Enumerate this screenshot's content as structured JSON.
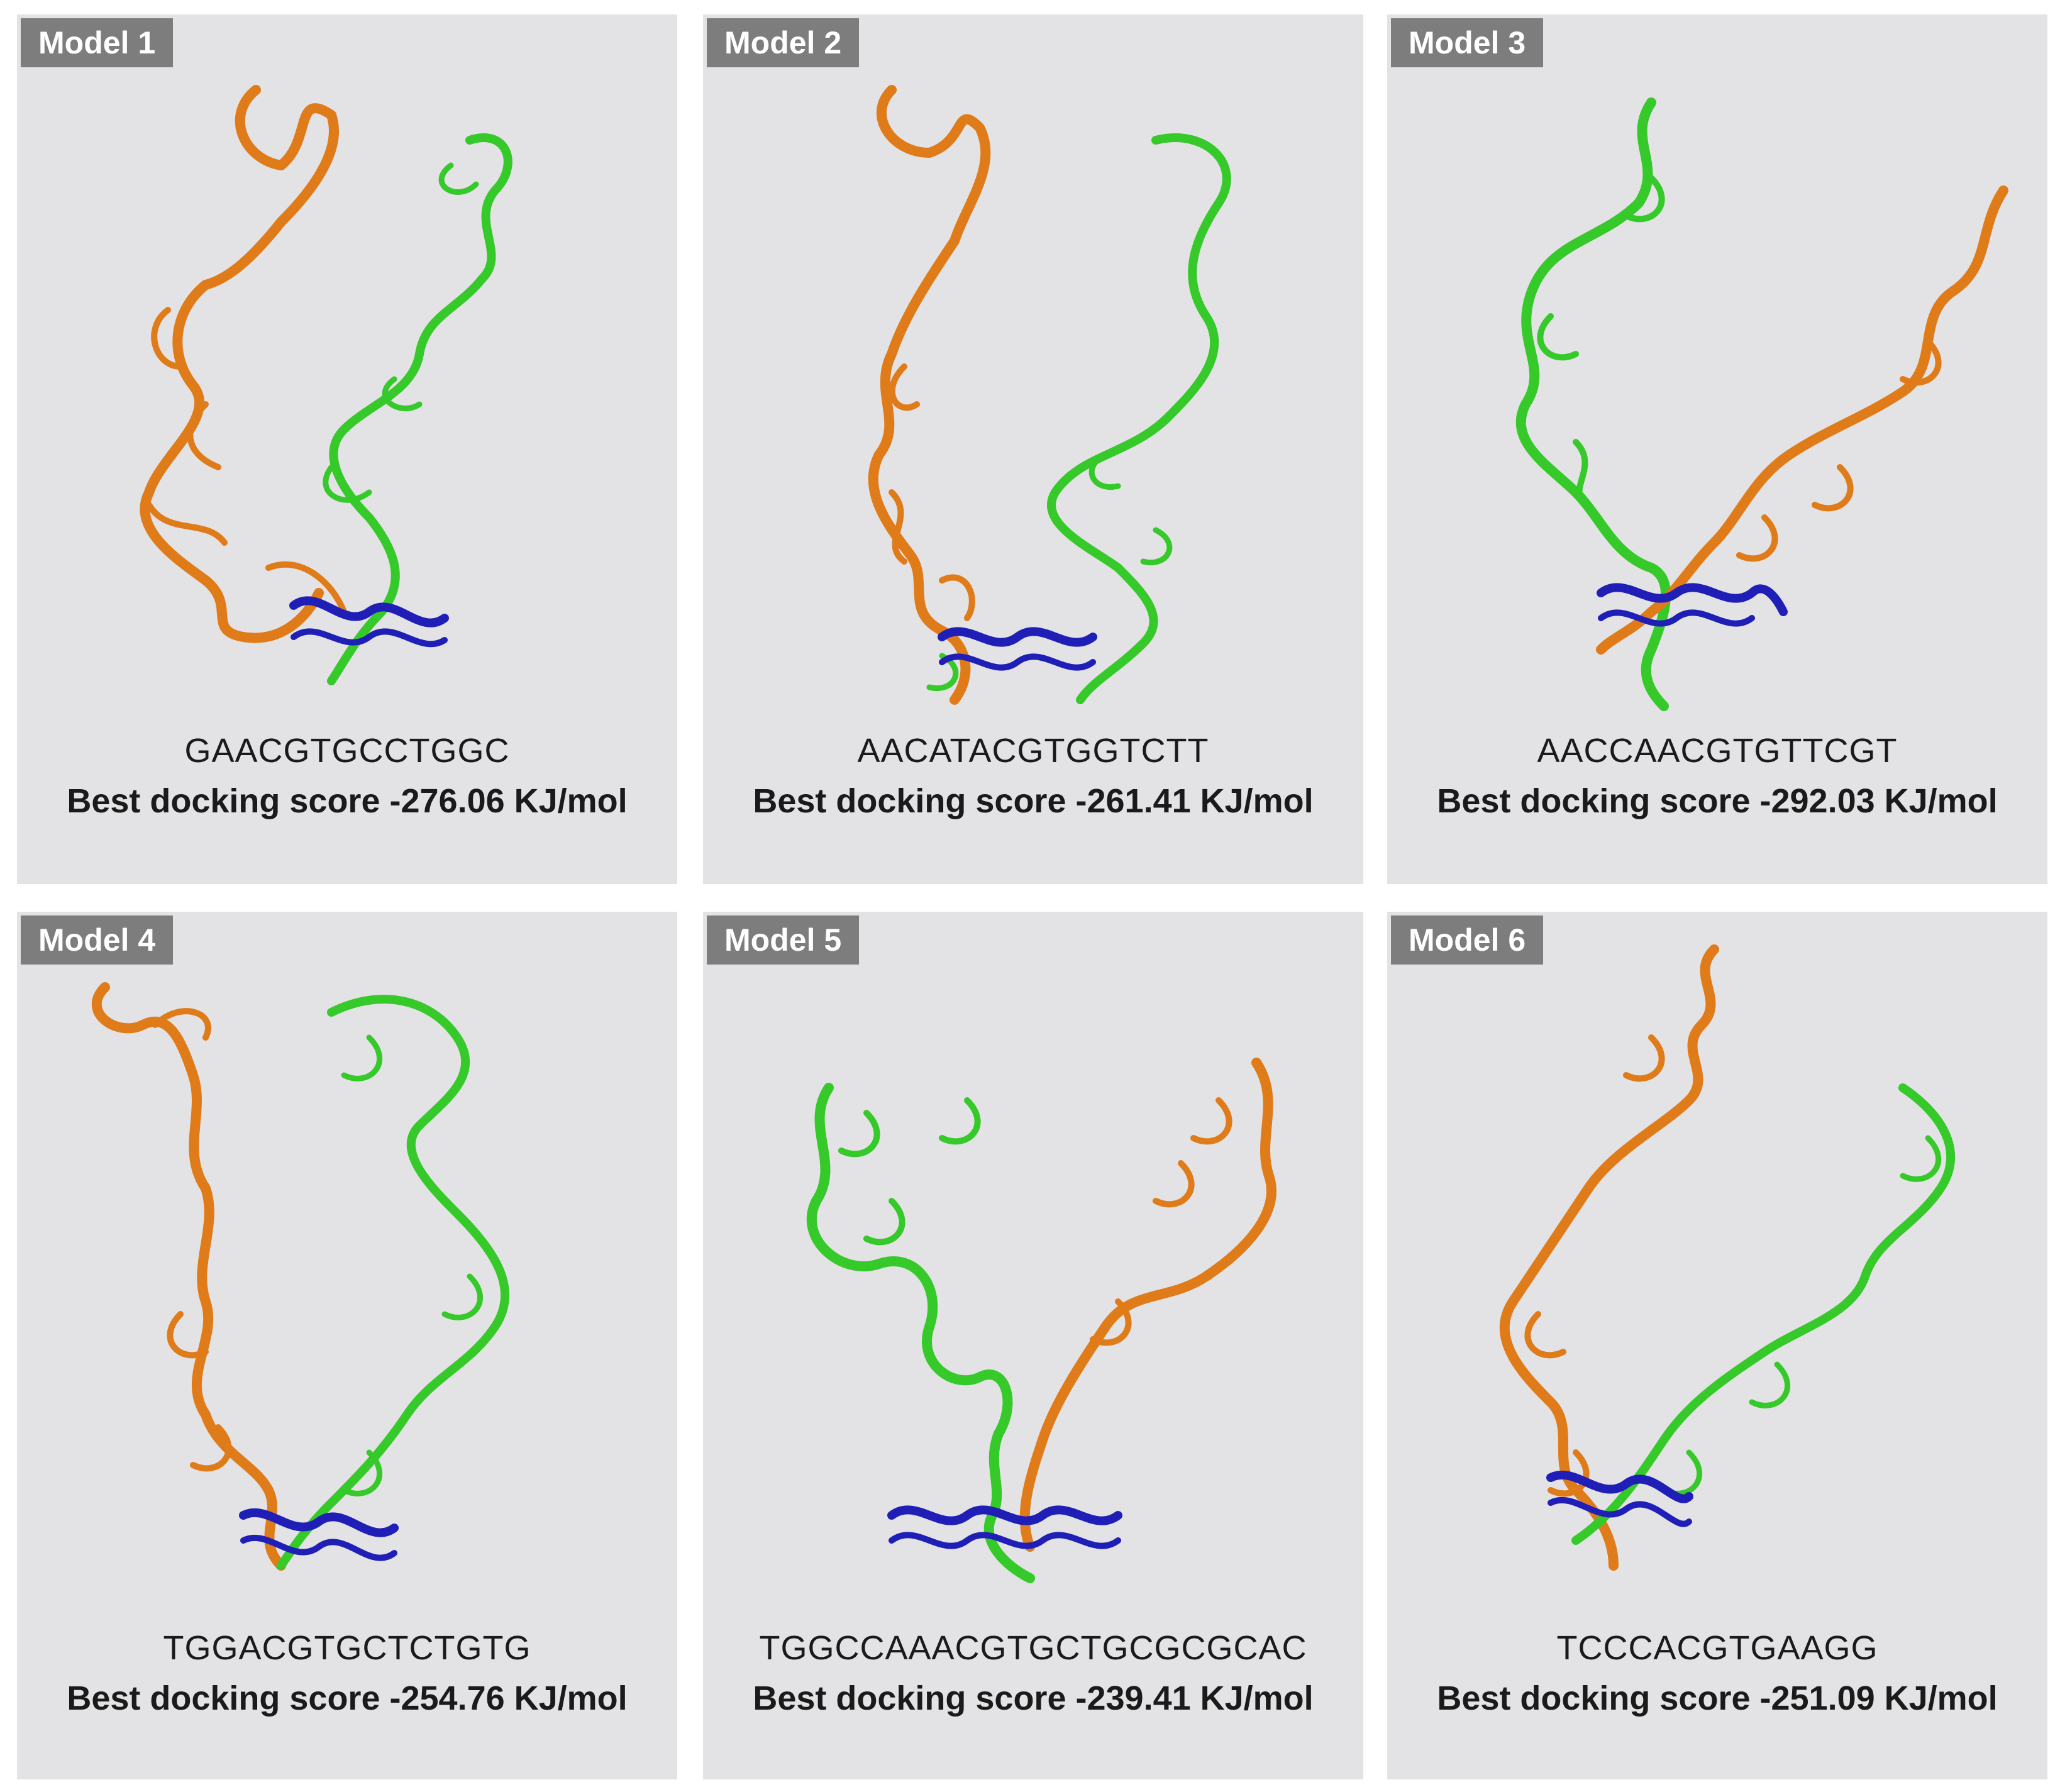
{
  "colors": {
    "panel_bg": "#e3e2e4",
    "tag_bg": "#7d7d7d",
    "chain_a": "#e07b1a",
    "chain_b": "#35c92a",
    "dna": "#1f1fb8"
  },
  "models": [
    {
      "label": "Model 1",
      "sequence": "GAACGTGCCTGGC",
      "score": "Best docking score -276.06 KJ/mol"
    },
    {
      "label": "Model 2",
      "sequence": "AACATACGTGGTCTT",
      "score": "Best docking score -261.41 KJ/mol"
    },
    {
      "label": "Model 3",
      "sequence": "AACCAACGTGTTCGT",
      "score": "Best docking score -292.03 KJ/mol"
    },
    {
      "label": "Model 4",
      "sequence": "TGGACGTGCTCTGTG",
      "score": "Best docking score -254.76 KJ/mol"
    },
    {
      "label": "Model 5",
      "sequence": "TGGCCAAACGTGCTGCGCGCAC",
      "score": "Best docking score -239.41 KJ/mol"
    },
    {
      "label": "Model 6",
      "sequence": "TCCCACGTGAAGG",
      "score": "Best docking score -251.09 KJ/mol"
    }
  ]
}
